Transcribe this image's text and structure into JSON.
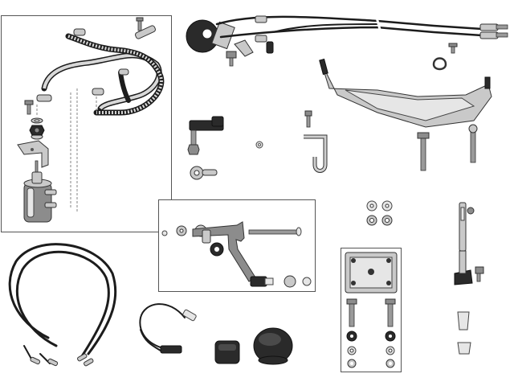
{
  "figure": {
    "background": "#ffffff",
    "line_color": "#333333",
    "rubber_color": "#1c1c1c",
    "metal_color": "#c9c9c9"
  },
  "groups": [
    {
      "id": "fuel-pump-kit",
      "parts": [
        "fuel-hose",
        "clamp",
        "bolt",
        "washer",
        "nut",
        "bracket",
        "fuel-pump"
      ]
    },
    {
      "id": "throttle-cable-kit",
      "parts": [
        "cable-drum",
        "throttle-cable",
        "cable-bracket"
      ]
    },
    {
      "id": "mounting-bracket-kit",
      "parts": [
        "mount-plate",
        "bolt",
        "nut"
      ]
    },
    {
      "id": "linkage-kit",
      "parts": [
        "lever-arm",
        "threaded-rod",
        "washer",
        "nut"
      ]
    },
    {
      "id": "plate-kit",
      "parts": [
        "square-plate",
        "bolt",
        "washer",
        "nut"
      ]
    },
    {
      "id": "wiring-kit",
      "parts": [
        "wire-harness",
        "connector-lead"
      ]
    }
  ]
}
